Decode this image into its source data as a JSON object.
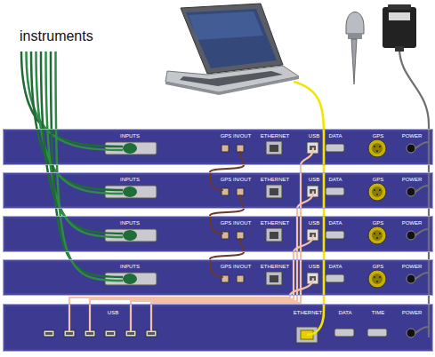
{
  "diagram": {
    "nodes": [
      {
        "text": [
          "INPUTS",
          "GPS IN/OUT",
          "ETHERNET",
          "USB",
          "DATA",
          "GPS",
          "POWER"
        ]
      },
      {
        "text": [
          "INPUTS",
          "GPS IN/OUT",
          "ETHERNET",
          "USB",
          "DATA",
          "GPS",
          "POWER"
        ]
      },
      {
        "text": [
          "INPUTS",
          "GPS IN/OUT",
          "ETHERNET",
          "USB",
          "DATA",
          "GPS",
          "POWER"
        ]
      },
      {
        "text": [
          "INPUTS",
          "GPS IN/OUT",
          "ETHERNET",
          "USB",
          "DATA",
          "GPS",
          "POWER"
        ]
      },
      {
        "text": [
          "USB",
          "ETHERNET",
          "DATA",
          "TIME",
          "POWER"
        ]
      }
    ],
    "edges": [
      {
        "from": 0,
        "to": 4,
        "arrow": "none"
      },
      {
        "from": 1,
        "to": 4,
        "arrow": "none"
      },
      {
        "from": 2,
        "to": 4,
        "arrow": "none"
      },
      {
        "from": 3,
        "to": 4,
        "arrow": "none"
      },
      {
        "from": 0,
        "to": 1,
        "arrow": "none"
      },
      {
        "from": 1,
        "to": 2,
        "arrow": "none"
      },
      {
        "from": 2,
        "to": 3,
        "arrow": "none"
      }
    ],
    "labels": [
      "instruments"
    ]
  }
}
